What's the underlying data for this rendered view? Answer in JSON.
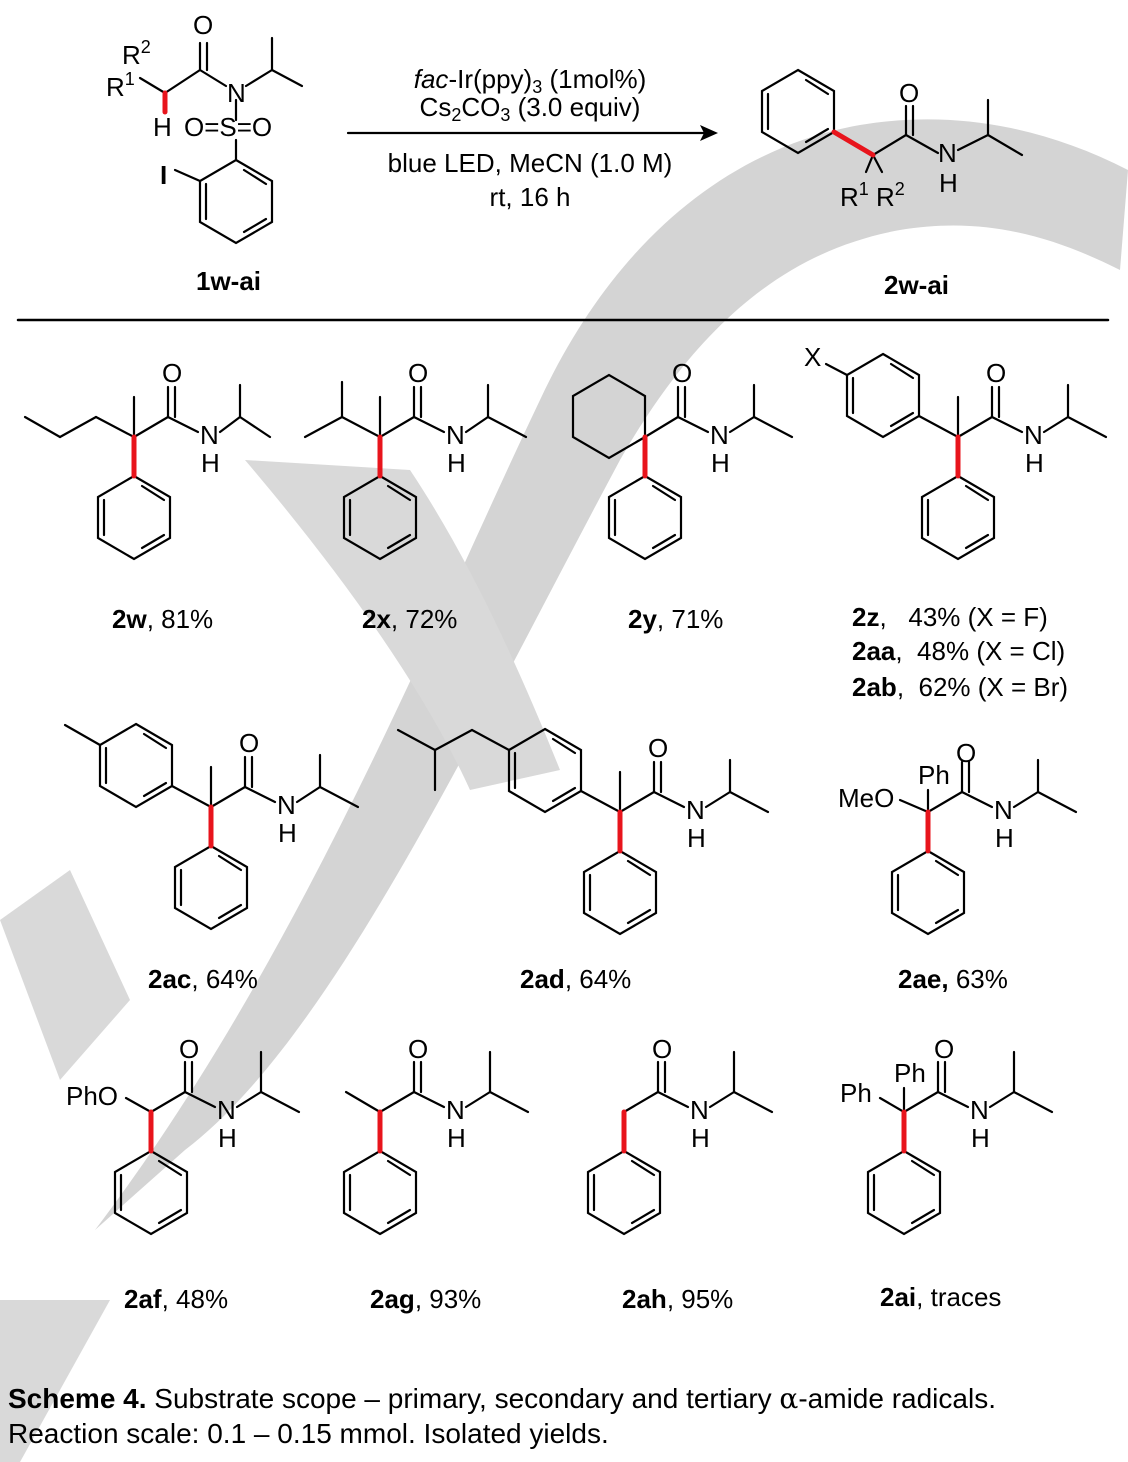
{
  "reaction": {
    "reactant_label": "1w-ai",
    "product_label": "2w-ai",
    "catalyst_italic": "fac",
    "catalyst_rest": "-Ir(ppy)",
    "catalyst_sub": "3",
    "catalyst_loading": " (1mol%)",
    "base_a": "Cs",
    "base_sub1": "2",
    "base_b": "CO",
    "base_sub2": "3",
    "base_amount": " (3.0 equiv)",
    "conditions_1": "blue LED, MeCN (1.0 M)",
    "conditions_2": "rt, 16 h"
  },
  "atoms": {
    "O": "O",
    "N": "N",
    "S": "S",
    "I": "I",
    "H": "H",
    "R": "R",
    "sup1": "1",
    "sup2": "2",
    "X": "X",
    "MeO": "MeO",
    "Ph": "Ph",
    "PhO": "PhO",
    "OSO": "O=S=O"
  },
  "products": [
    {
      "id": "2w",
      "yield": ", 81%"
    },
    {
      "id": "2x",
      "yield": ", 72%"
    },
    {
      "id": "2y",
      "yield": ", 71%"
    },
    {
      "id": "2z",
      "yield": ",   43% (X = F)"
    },
    {
      "id": "2aa",
      "yield": ",  48% (X = Cl)"
    },
    {
      "id": "2ab",
      "yield": ",  62% (X = Br)"
    },
    {
      "id": "2ac",
      "yield": ", 64%"
    },
    {
      "id": "2ad",
      "yield": ", 64%"
    },
    {
      "id": "2ae,",
      "yield": " 63%"
    },
    {
      "id": "2af",
      "yield": ", 48%"
    },
    {
      "id": "2ag",
      "yield": ", 93%"
    },
    {
      "id": "2ah",
      "yield": ", 95%"
    },
    {
      "id": "2ai",
      "yield": ", traces"
    }
  ],
  "caption": {
    "label": "Scheme 4.",
    "text_a": " Substrate scope – primary, secondary and tertiary ",
    "alpha": "α",
    "text_b": "-amide radicals.",
    "line2": "Reaction scale: 0.1 – 0.15 mmol. Isolated yields."
  },
  "colors": {
    "new_bond": "#e8141c",
    "watermark": "#d4d4d4"
  }
}
